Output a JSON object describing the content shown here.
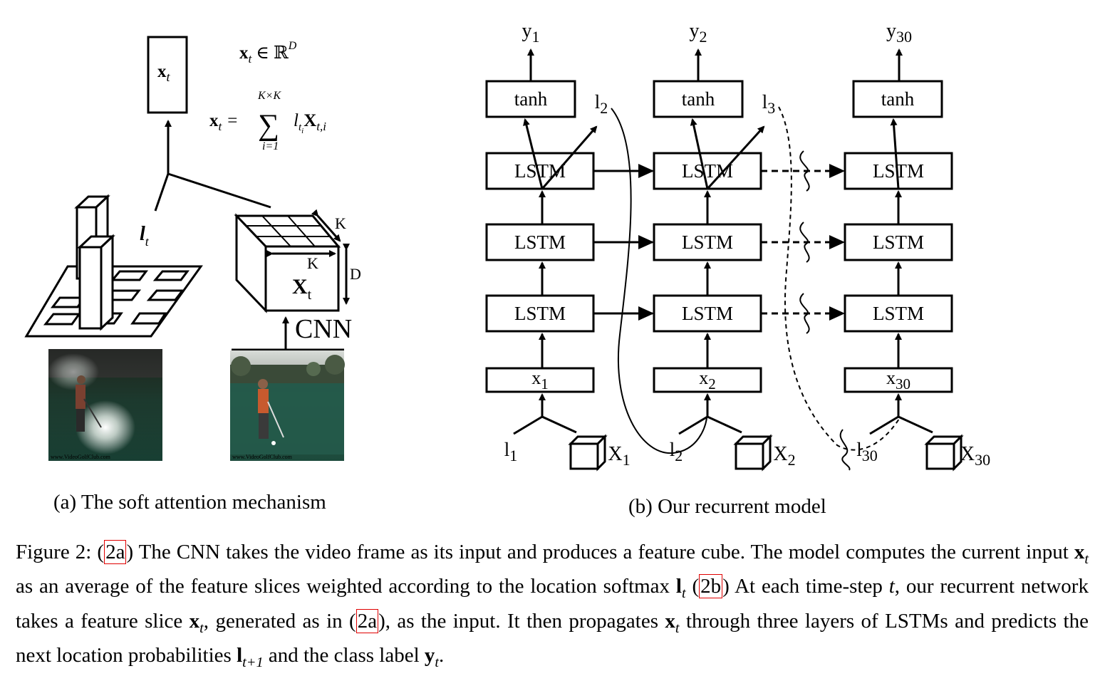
{
  "panel_a": {
    "caption": "(a) The soft attention mechanism",
    "top_box_label": "x",
    "top_box_sub": "t",
    "eq1_lhs": "x",
    "eq1_rest": "∈ ℝ",
    "eq1_sup": "D",
    "eq2_lhs": "x",
    "eq2_eq": "=",
    "eq2_sum_top": "K×K",
    "eq2_sum_bottom": "i=1",
    "eq2_term_l": "l",
    "eq2_term_X": "X",
    "eq2_term_sub": "t,i",
    "label_lt": "l",
    "label_lt_sub": "t",
    "cube_K_top": "K",
    "cube_K_front": "K",
    "cube_D": "D",
    "cube_X": "X",
    "cube_X_sub": "t",
    "cnn_label": "CNN",
    "watermark": "www.VideoGolfClub.com"
  },
  "panel_b": {
    "caption": "(b) Our recurrent model",
    "columns": [
      {
        "y": "y",
        "y_sub": "1",
        "x": "x",
        "x_sub": "1",
        "l_in": "l",
        "l_in_sub": "1",
        "X": "X",
        "X_sub": "1",
        "l_out": "l",
        "l_out_sub": "2"
      },
      {
        "y": "y",
        "y_sub": "2",
        "x": "x",
        "x_sub": "2",
        "l_in": "l",
        "l_in_sub": "2",
        "X": "X",
        "X_sub": "2",
        "l_out": "l",
        "l_out_sub": "3"
      },
      {
        "y": "y",
        "y_sub": "30",
        "x": "x",
        "x_sub": "30",
        "l_in": "l",
        "l_in_sub": "30",
        "X": "X",
        "X_sub": "30",
        "l_out": "",
        "l_out_sub": ""
      }
    ],
    "tanh_label": "tanh",
    "lstm_label": "LSTM"
  },
  "caption": {
    "fig_label": "Figure 2:",
    "ref_2a": "2a",
    "ref_2b": "2b",
    "s1": ") The CNN takes the video frame as its input and produces a feature cube. The model computes the current input ",
    "s2": " as an average of the feature slices weighted according to the location softmax ",
    "s3": ") At each time-step ",
    "s4": ", our recurrent network takes a feature slice ",
    "s5": ", generated as in (",
    "s6": "), as the input. It then propagates ",
    "s7": " through three layers of LSTMs and predicts the next location probabilities ",
    "s8": " and the class label ",
    "s9": "."
  }
}
